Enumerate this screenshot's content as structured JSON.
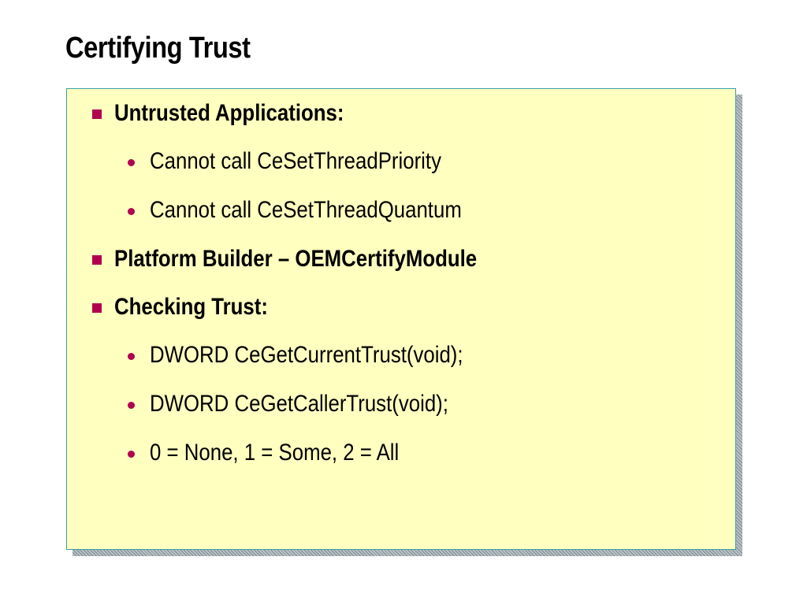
{
  "slide": {
    "title": "Certifying Trust"
  },
  "bullets": [
    {
      "level": 1,
      "text": "Untrusted Applications:"
    },
    {
      "level": 2,
      "text": "Cannot call CeSetThreadPriority"
    },
    {
      "level": 2,
      "text": "Cannot call CeSetThreadQuantum"
    },
    {
      "level": 1,
      "text": "Platform Builder – OEMCertifyModule"
    },
    {
      "level": 1,
      "text": "Checking Trust:"
    },
    {
      "level": 2,
      "text": "DWORD CeGetCurrentTrust(void);"
    },
    {
      "level": 2,
      "text": "DWORD CeGetCallerTrust(void);"
    },
    {
      "level": 2,
      "text": "0 = None, 1 = Some, 2 = All"
    }
  ],
  "colors": {
    "box_fill": "#ffffc0",
    "box_border": "#3a9ea8",
    "bullet": "#b0004f"
  },
  "icons": {
    "level1_bullet": "square-bullet-icon",
    "level2_bullet": "dot-bullet-icon"
  }
}
